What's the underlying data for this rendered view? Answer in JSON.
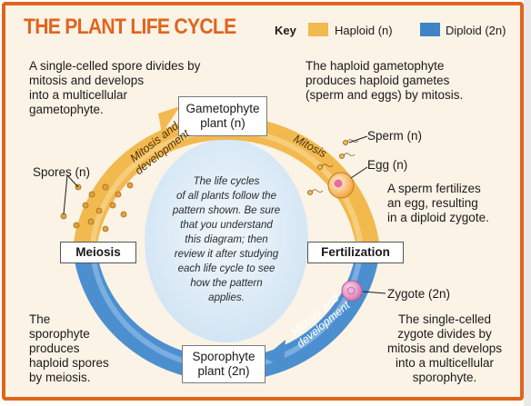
{
  "title": "THE PLANT LIFE CYCLE",
  "key": {
    "label": "Key",
    "haploid": "Haploid (n)",
    "diploid": "Diploid (2n)"
  },
  "colors": {
    "border": "#e0641e",
    "background": "#fbf3e6",
    "haploid": "#f2b94e",
    "diploid": "#3e83c6",
    "center": "#dbeaf6"
  },
  "stages": {
    "gametophyte": "Gametophyte\nplant (n)",
    "sporophyte": "Sporophyte\nplant (2n)",
    "meiosis": "Meiosis",
    "fertilization": "Fertilization"
  },
  "arc_labels": {
    "mitosis_dev_top": "Mitosis and\ndevelopment",
    "mitosis_top": "Mitosis",
    "mitosis_dev_bottom": "Mitosis and\ndevelopment"
  },
  "labels": {
    "spores": "Spores (n)",
    "sperm": "Sperm (n)",
    "egg": "Egg (n)",
    "zygote": "Zygote (2n)"
  },
  "descriptions": {
    "spore": "A single-celled spore divides by\nmitosis and develops\ninto a multicellular\ngametophyte.",
    "gametophyte": "The haploid gametophyte\nproduces haploid gametes\n(sperm and eggs) by mitosis.",
    "fertilize": "A sperm fertilizes\nan egg, resulting\nin a diploid zygote.",
    "zygote": "The single-celled\nzygote divides by\nmitosis and develops\ninto a multicellular\nsporophyte.",
    "sporophyte": "The\nsporophyte\nproduces\nhaploid spores\nby meiosis."
  },
  "center_note": "The life cycles\nof all plants follow the\npattern shown. Be sure\nthat you understand\nthis diagram; then\nreview it after studying\neach life cycle to see\nhow the pattern\napplies."
}
